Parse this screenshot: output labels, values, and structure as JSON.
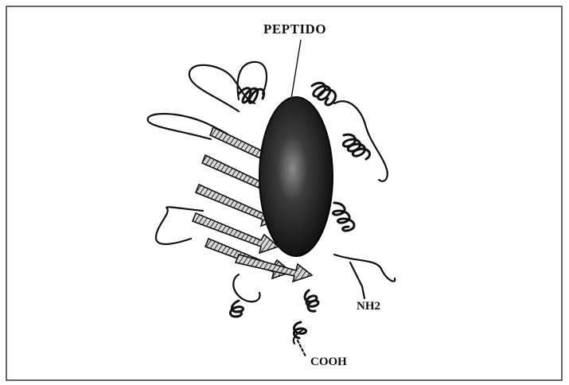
{
  "labels": {
    "peptide": "PEPTIDO",
    "n_terminus": "NH2",
    "c_terminus": "COOH"
  },
  "colors": {
    "ink": "#111111",
    "frame": "#333333",
    "peptide_fill": "#1a1a1a"
  }
}
